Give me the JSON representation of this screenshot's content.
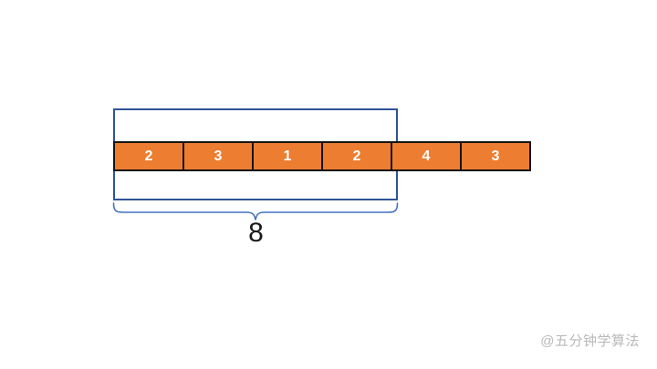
{
  "diagram": {
    "type": "sliding-window-array",
    "cells": [
      "2",
      "3",
      "1",
      "2",
      "4",
      "3"
    ],
    "window": {
      "covered_cell_count": 4,
      "sum_label": "8"
    },
    "colors": {
      "cell_fill": "#ED7D31",
      "cell_border": "#141414",
      "cell_text": "#FFFFFF",
      "window_outline": "#2F5496",
      "brace_stroke": "#4472C4",
      "sum_text": "#1A1A1A",
      "background": "#FFFFFF"
    }
  },
  "watermark": {
    "text": "@五分钟学算法",
    "color": "#B9B9B9"
  }
}
